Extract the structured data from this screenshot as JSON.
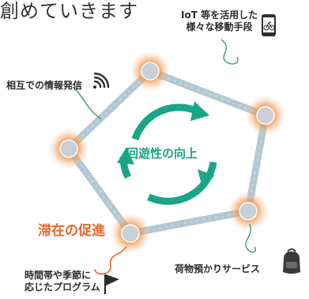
{
  "header": {
    "partial_text": "創めていきます"
  },
  "labels": {
    "iot_line1": "IoT 等を活用した",
    "iot_line2": "様々な移動手段",
    "social": "相互での情報発信",
    "luggage": "荷物預かりサービス",
    "time_line1": "時間帯や季節に",
    "time_line2": "応じたプログラム",
    "stay": "滞在の促進",
    "center": "回遊性の向上"
  },
  "colors": {
    "accent_orange": "#e9662a",
    "teal": "#1aa587",
    "frame": "#a9c3cf",
    "node": "#c9cfd6",
    "glow": "#f08a3a",
    "text": "#2b2b2b"
  },
  "icons": [
    "phone-bike-icon",
    "wifi-signal-icon",
    "backpack-icon",
    "flag-icon"
  ]
}
